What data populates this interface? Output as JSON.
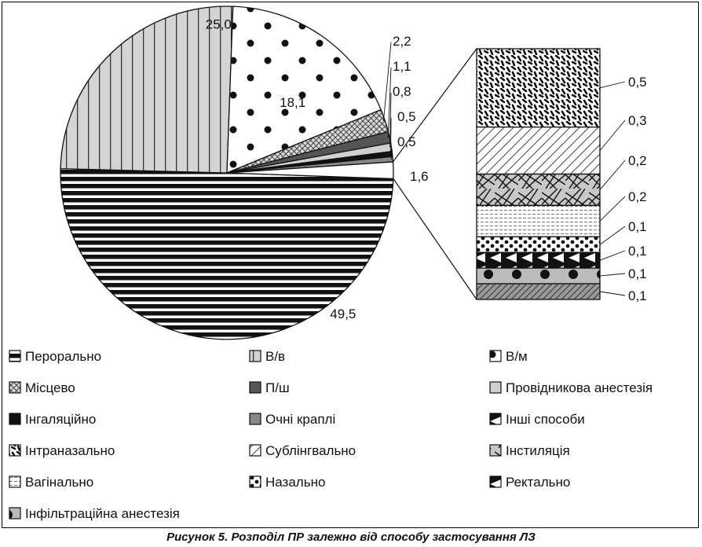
{
  "caption": "Рисунок 5. Розподіл ПР залежно від способу застосування ЛЗ",
  "chart_data": {
    "type": "pie",
    "title": "",
    "main_pie": [
      {
        "name": "Перорально",
        "value": 49.5,
        "label": "49,5"
      },
      {
        "name": "В/в",
        "value": 25.0,
        "label": "25,0"
      },
      {
        "name": "В/м",
        "value": 18.1,
        "label": "18,1"
      },
      {
        "name": "Місцево",
        "value": 2.2,
        "label": "2,2"
      },
      {
        "name": "П/ш",
        "value": 1.1,
        "label": "1,1"
      },
      {
        "name": "Провідникова анестезія",
        "value": 0.8,
        "label": "0,8"
      },
      {
        "name": "Інгаляційно",
        "value": 0.5,
        "label": "0,5"
      },
      {
        "name": "Очні краплі",
        "value": 0.5,
        "label": "0,5"
      },
      {
        "name": "Інші способи",
        "value": 1.6,
        "label": "1,6"
      }
    ],
    "breakdown_bar": [
      {
        "name": "Інтраназально",
        "value": 0.5,
        "label": "0,5"
      },
      {
        "name": "Сублінгвально",
        "value": 0.3,
        "label": "0,3"
      },
      {
        "name": "Інстиляція",
        "value": 0.2,
        "label": "0,2"
      },
      {
        "name": "Вагінально",
        "value": 0.2,
        "label": "0,2"
      },
      {
        "name": "Назально",
        "value": 0.1,
        "label": "0,1"
      },
      {
        "name": "Ректально",
        "value": 0.1,
        "label": "0,1"
      },
      {
        "name": "Інфільтраційна анестезія",
        "value": 0.1,
        "label": "0,1"
      },
      {
        "name": "Інші способи",
        "value": 0.1,
        "label": "0,1"
      }
    ],
    "legend": [
      "Перорально",
      "В/в",
      "В/м",
      "Місцево",
      "П/ш",
      "Провідникова анестезія",
      "Інгаляційно",
      "Очні краплі",
      "Інші способи",
      "Інтраназально",
      "Сублінгвально",
      "Інстиляція",
      "Вагінально",
      "Назально",
      "Ректально",
      "Інфільтраційна анестезія"
    ],
    "legend_placement": "bottom"
  }
}
